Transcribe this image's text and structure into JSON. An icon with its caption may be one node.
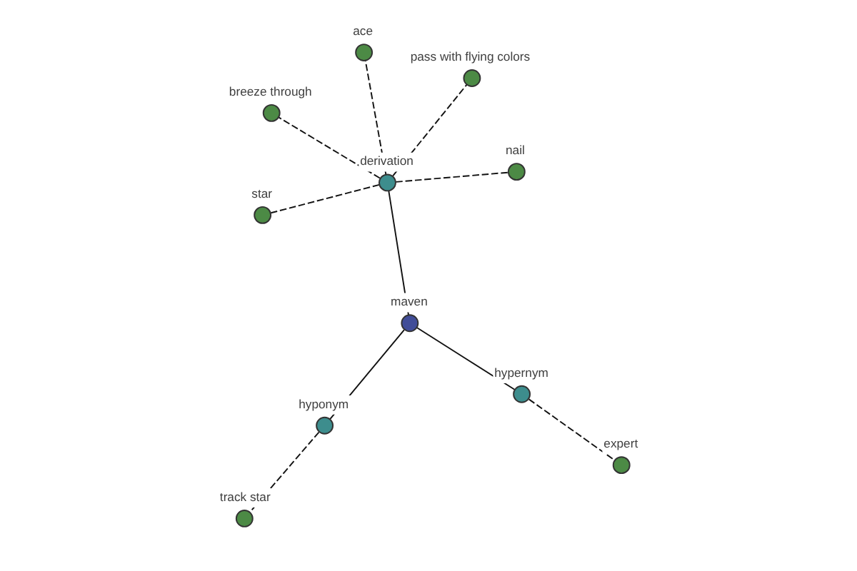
{
  "diagram": {
    "nodes": [
      {
        "text": [
          "ace"
        ]
      },
      {
        "text": [
          "nail"
        ]
      },
      {
        "text": [
          "star"
        ]
      },
      {
        "text": [
          "track star"
        ]
      },
      {
        "text": [
          "derivation"
        ]
      },
      {
        "text": [
          "pass with flying colors"
        ]
      },
      {
        "text": [
          "hyponym"
        ]
      },
      {
        "text": [
          "expert"
        ]
      },
      {
        "text": [
          "breeze through"
        ]
      },
      {
        "text": [
          "maven"
        ]
      },
      {
        "text": [
          "hypernym"
        ]
      }
    ],
    "edges": [
      {
        "from": 9,
        "to": 10,
        "arrow": "none"
      },
      {
        "from": 9,
        "to": 6,
        "arrow": "none"
      },
      {
        "from": 9,
        "to": 4,
        "arrow": "none"
      },
      {
        "from": 10,
        "to": 7,
        "arrow": "none",
        "style": "dashed"
      },
      {
        "from": 6,
        "to": 3,
        "arrow": "none",
        "style": "dashed"
      },
      {
        "from": 4,
        "to": 2,
        "arrow": "none",
        "style": "dashed"
      },
      {
        "from": 4,
        "to": 0,
        "arrow": "none",
        "style": "dashed"
      },
      {
        "from": 4,
        "to": 1,
        "arrow": "none",
        "style": "dashed"
      },
      {
        "from": 4,
        "to": 5,
        "arrow": "none",
        "style": "dashed"
      },
      {
        "from": 4,
        "to": 8,
        "arrow": "none",
        "style": "dashed"
      }
    ]
  }
}
